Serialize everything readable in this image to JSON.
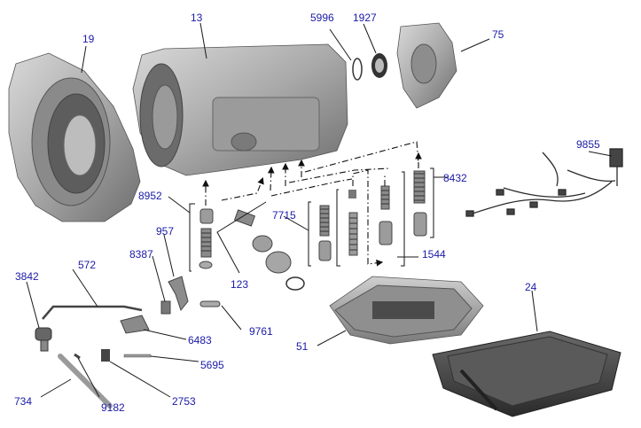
{
  "accent_color": "#1a1aa8",
  "parts": [
    {
      "id": "p19",
      "label": "19"
    },
    {
      "id": "p13",
      "label": "13"
    },
    {
      "id": "p5996",
      "label": "5996"
    },
    {
      "id": "p1927",
      "label": "1927"
    },
    {
      "id": "p75",
      "label": "75"
    },
    {
      "id": "p9855",
      "label": "9855"
    },
    {
      "id": "p8432",
      "label": "8432"
    },
    {
      "id": "p8952",
      "label": "8952"
    },
    {
      "id": "p7715",
      "label": "7715"
    },
    {
      "id": "p957",
      "label": "957"
    },
    {
      "id": "p1544",
      "label": "1544"
    },
    {
      "id": "p3842",
      "label": "3842"
    },
    {
      "id": "p572",
      "label": "572"
    },
    {
      "id": "p8387",
      "label": "8387"
    },
    {
      "id": "p123",
      "label": "123"
    },
    {
      "id": "p24",
      "label": "24"
    },
    {
      "id": "p9761",
      "label": "9761"
    },
    {
      "id": "p6483",
      "label": "6483"
    },
    {
      "id": "p51",
      "label": "51"
    },
    {
      "id": "p5695",
      "label": "5695"
    },
    {
      "id": "p734",
      "label": "734"
    },
    {
      "id": "p9182",
      "label": "9182"
    },
    {
      "id": "p2753",
      "label": "2753"
    }
  ]
}
